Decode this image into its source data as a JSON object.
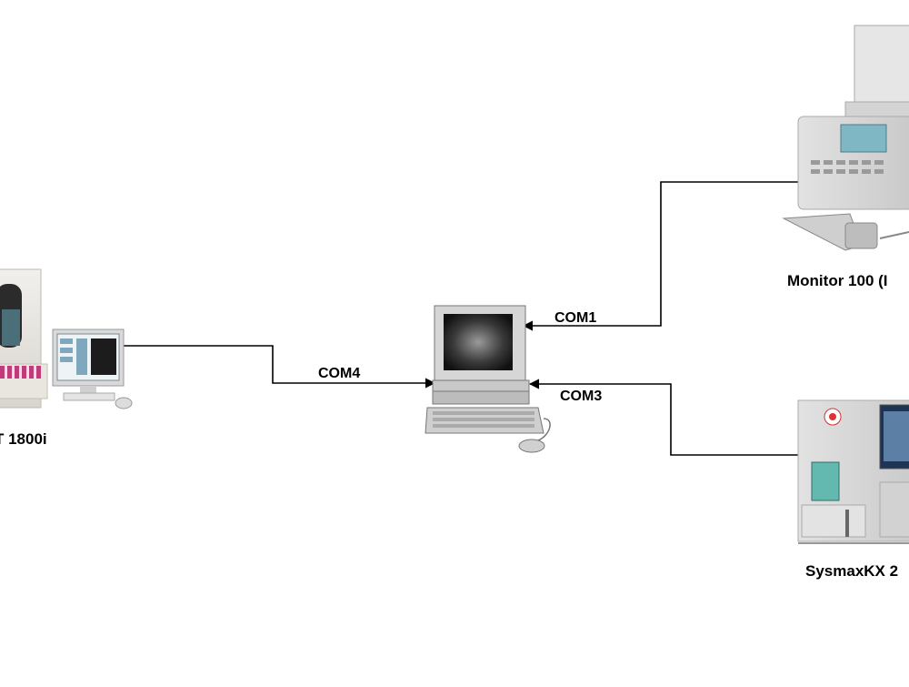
{
  "diagram": {
    "devices": {
      "left_analyzer": {
        "label": "T 1800i"
      },
      "top_right_analyzer": {
        "label": "Monitor 100 (I"
      },
      "bottom_right_analyzer": {
        "label": "SysmaxKX 2"
      },
      "central_computer": {
        "label": ""
      }
    },
    "ports": {
      "com1": "COM1",
      "com3": "COM3",
      "com4": "COM4"
    },
    "colors": {
      "line": "#000000",
      "background": "#ffffff"
    }
  }
}
